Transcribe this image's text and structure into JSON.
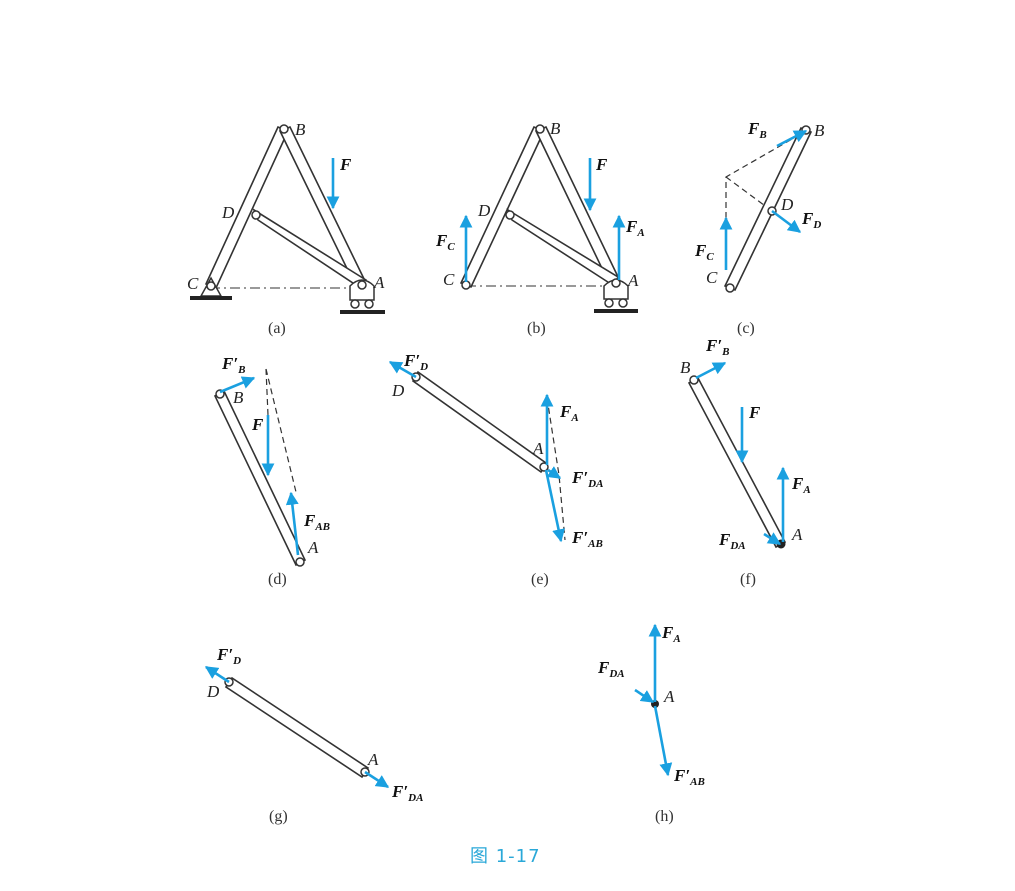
{
  "figure_title": "图 1-17",
  "colors": {
    "force": "#1aa0e0",
    "title": "#2aa8d8",
    "line": "#333333"
  },
  "panels": {
    "a": {
      "caption": "(a)",
      "points": {
        "B": "B",
        "D": "D",
        "C": "C",
        "A": "A"
      },
      "forces": {
        "F": "F"
      }
    },
    "b": {
      "caption": "(b)",
      "points": {
        "B": "B",
        "D": "D",
        "C": "C",
        "A": "A"
      },
      "forces": {
        "F": "F",
        "FC": "F",
        "FC_sub": "C",
        "FA": "F",
        "FA_sub": "A"
      }
    },
    "c": {
      "caption": "(c)",
      "points": {
        "B": "B",
        "D": "D",
        "C": "C"
      },
      "forces": {
        "FB": "F",
        "FB_sub": "B",
        "FD": "F",
        "FD_sub": "D",
        "FC": "F",
        "FC_sub": "C"
      }
    },
    "d": {
      "caption": "(d)",
      "points": {
        "B": "B",
        "A": "A"
      },
      "forces": {
        "FpB": "F′",
        "FpB_sub": "B",
        "F": "F",
        "FAB": "F",
        "FAB_sub": "AB"
      }
    },
    "e": {
      "caption": "(e)",
      "points": {
        "D": "D",
        "A": "A"
      },
      "forces": {
        "FpD": "F′",
        "FpD_sub": "D",
        "FA": "F",
        "FA_sub": "A",
        "FpDA": "F′",
        "FpDA_sub": "DA",
        "FpAB": "F′",
        "FpAB_sub": "AB"
      }
    },
    "f": {
      "caption": "(f)",
      "points": {
        "B": "B",
        "A": "A"
      },
      "forces": {
        "FpB": "F′",
        "FpB_sub": "B",
        "F": "F",
        "FA": "F",
        "FA_sub": "A",
        "FDA": "F",
        "FDA_sub": "DA"
      }
    },
    "g": {
      "caption": "(g)",
      "points": {
        "D": "D",
        "A": "A"
      },
      "forces": {
        "FpD": "F′",
        "FpD_sub": "D",
        "FpDA": "F′",
        "FpDA_sub": "DA"
      }
    },
    "h": {
      "caption": "(h)",
      "points": {
        "A": "A"
      },
      "forces": {
        "FA": "F",
        "FA_sub": "A",
        "FDA": "F",
        "FDA_sub": "DA",
        "FpAB": "F′",
        "FpAB_sub": "AB"
      }
    }
  }
}
